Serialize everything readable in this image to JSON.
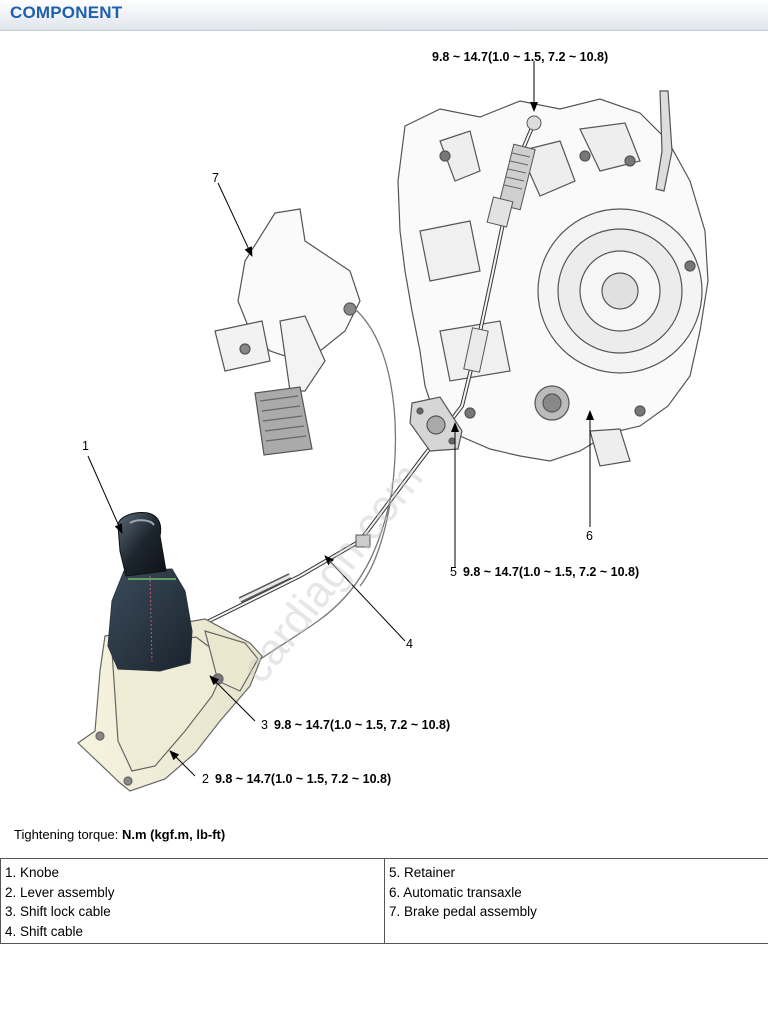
{
  "header": {
    "title": "COMPONENT"
  },
  "callouts": [
    {
      "id": "top",
      "number": "",
      "torque": "9.8 ~ 14.7(1.0 ~ 1.5, 7.2 ~ 10.8)"
    },
    {
      "id": "c1",
      "number": "1",
      "torque": ""
    },
    {
      "id": "c7",
      "number": "7",
      "torque": ""
    },
    {
      "id": "c6",
      "number": "6",
      "torque": ""
    },
    {
      "id": "c5",
      "number": "5",
      "torque": "9.8 ~ 14.7(1.0 ~ 1.5, 7.2 ~ 10.8)"
    },
    {
      "id": "c4",
      "number": "4",
      "torque": ""
    },
    {
      "id": "c3",
      "number": "3",
      "torque": "9.8 ~ 14.7(1.0 ~ 1.5, 7.2 ~ 10.8)"
    },
    {
      "id": "c2",
      "number": "2",
      "torque": "9.8 ~ 14.7(1.0 ~ 1.5, 7.2 ~ 10.8)"
    }
  ],
  "caption": {
    "label": "Tightening torque: ",
    "unit": "N.m (kgf.m, lb-ft)"
  },
  "legend": {
    "left": [
      "1. Knobe",
      "2. Lever assembly",
      "3. Shift lock cable",
      "4. Shift cable"
    ],
    "right": [
      "5. Retainer",
      "6. Automatic transaxle",
      "7. Brake pedal assembly"
    ]
  },
  "watermark": "cardiagn.com"
}
